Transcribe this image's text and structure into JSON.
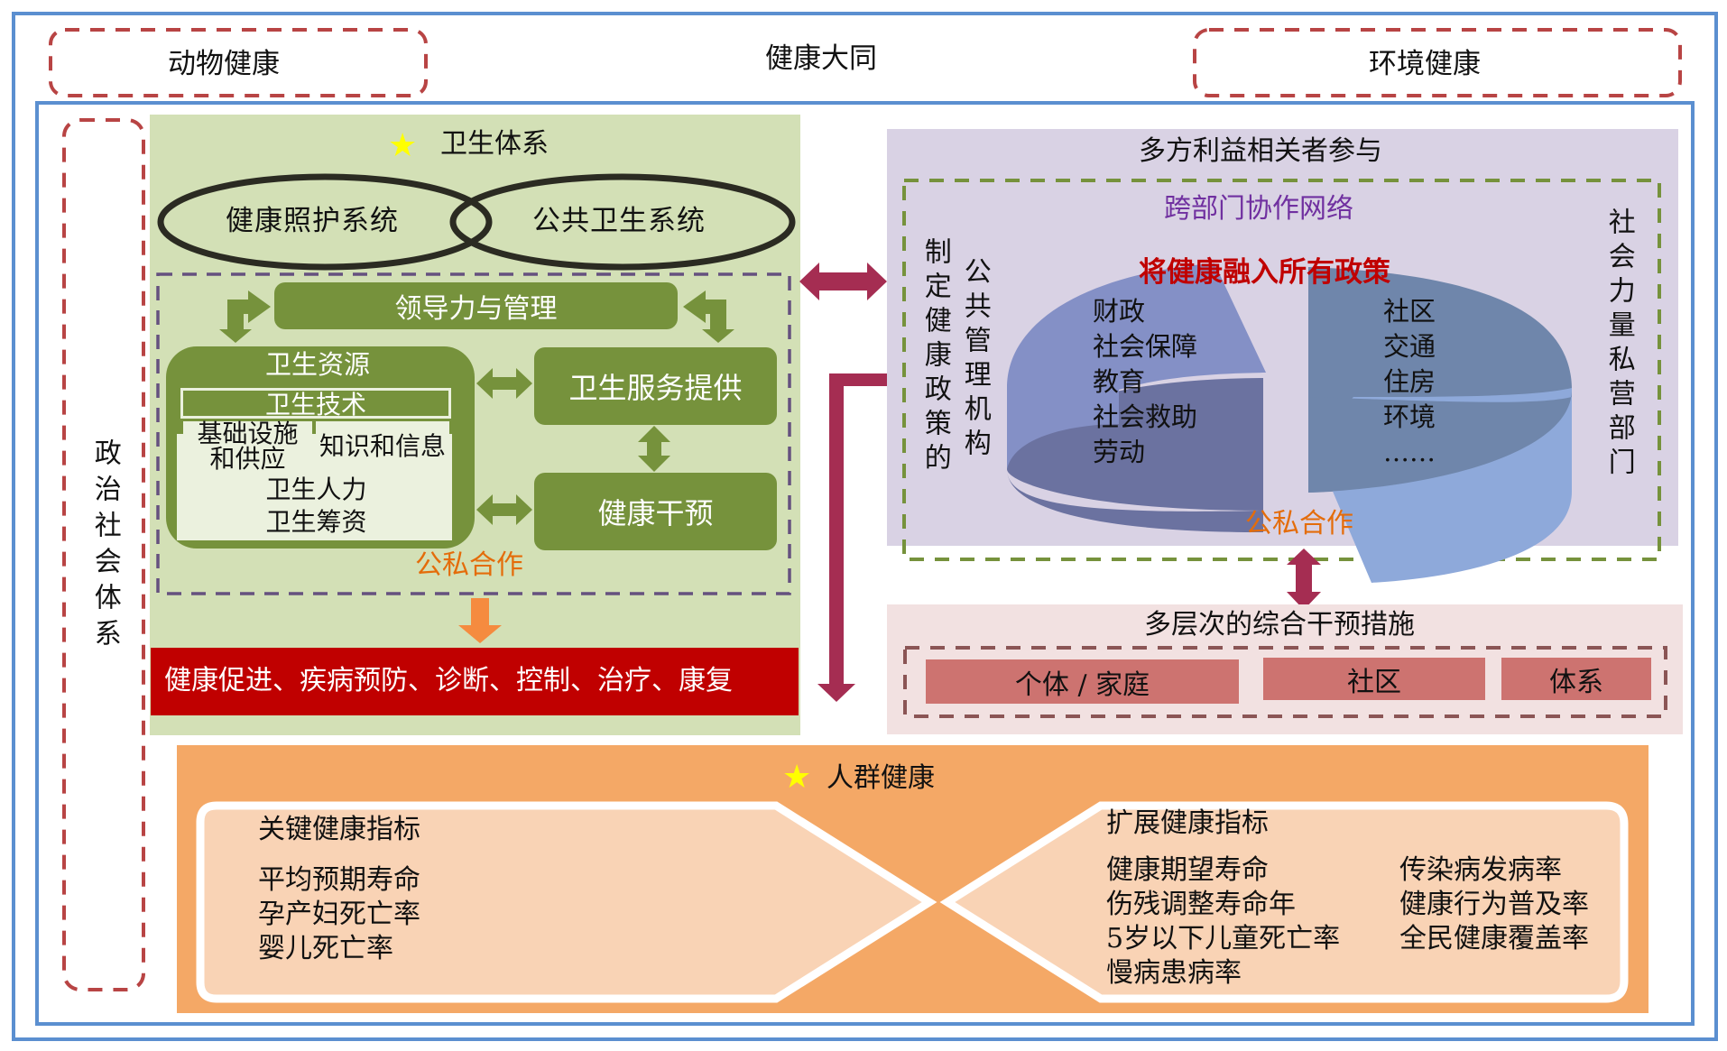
{
  "title": "健康大同",
  "top_boxes": {
    "animal_health": "动物健康",
    "environment_health": "环境健康"
  },
  "side_box": {
    "label": "政治社会体系"
  },
  "health_system": {
    "title": "卫生体系",
    "title_icon": "star-icon",
    "ellipses": [
      "健康照护系统",
      "公共卫生系统"
    ],
    "leadership": "领导力与管理",
    "resources": {
      "title": "卫生资源",
      "technology": "卫生技术",
      "infrastructure_line1": "基础设施",
      "infrastructure_line2": "和供应",
      "knowledge": "知识和信息",
      "workforce": "卫生人力",
      "financing": "卫生筹资"
    },
    "service_delivery": "卫生服务提供",
    "intervention": "健康干预",
    "ppp": "公私合作",
    "outcome_bar": "健康促进、疾病预防、诊断、控制、治疗、康复"
  },
  "stakeholders": {
    "title": "多方利益相关者参与",
    "network_title": "跨部门协作网络",
    "hiap": "将健康融入所有政策",
    "left_label_1": "制定健康政策的",
    "left_label_2": "公共管理机构",
    "right_label": "社会力量私营部门",
    "left_sectors": [
      "财政",
      "社会保障",
      "教育",
      "社会救助",
      "劳动"
    ],
    "right_sectors": [
      "社区",
      "交通",
      "住房",
      "环境",
      "……"
    ],
    "ppp": "公私合作"
  },
  "interventions": {
    "title": "多层次的综合干预措施",
    "levels": [
      "个体 / 家庭",
      "社区",
      "体系"
    ]
  },
  "population_health": {
    "title": "人群健康",
    "title_icon": "star-icon",
    "key_indicators": {
      "title": "关键健康指标",
      "items": [
        "平均预期寿命",
        "孕产妇死亡率",
        "婴儿死亡率"
      ]
    },
    "extended_indicators": {
      "title": "扩展健康指标",
      "col1": [
        "健康期望寿命",
        "伤残调整寿命年",
        "5岁以下儿童死亡率",
        "慢病患病率"
      ],
      "col2": [
        "传染病发病率",
        "健康行为普及率",
        "全民健康覆盖率"
      ]
    }
  },
  "colors": {
    "border_blue": "#5b8fd0",
    "dashed_red": "#b84444",
    "green_panel": "#d3e0b6",
    "green_box": "#76923c",
    "purple_panel": "#d9d2e4",
    "pink_panel": "#f2e1e1",
    "pink_box": "#cd7370",
    "orange_panel": "#f4a866",
    "peach": "#f9d3b5",
    "red_bar": "#c00000",
    "arrow_maroon": "#a52d52",
    "arrow_orange": "#f58b3f",
    "ppp_orange": "#e46c0a",
    "network_purple": "#7030a0",
    "hiap_red": "#c00000"
  }
}
